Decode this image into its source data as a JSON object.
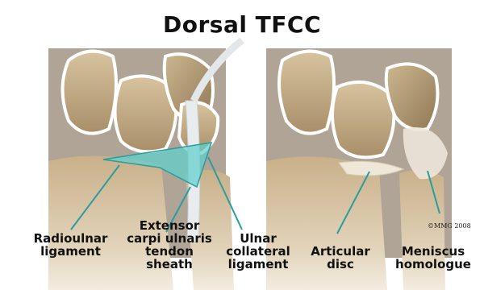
{
  "title": "Dorsal TFCC",
  "copyright": "©MMG 2008",
  "colors": {
    "ligament": "#5fd0cf",
    "leader": "#2a9d9d",
    "bone": "#c6ad85",
    "bone_dark": "#9b845f",
    "outline": "#ffffff"
  },
  "labels": {
    "radioulnar": [
      "Radioulnar",
      "ligament"
    ],
    "ecu": [
      "Extensor",
      "carpi ulnaris",
      "tendon",
      "sheath"
    ],
    "ulnar_collateral": [
      "Ulnar",
      "collateral",
      "ligament"
    ],
    "articular_disc": [
      "Articular",
      "disc"
    ],
    "meniscus": [
      "Meniscus",
      "homologue"
    ]
  }
}
